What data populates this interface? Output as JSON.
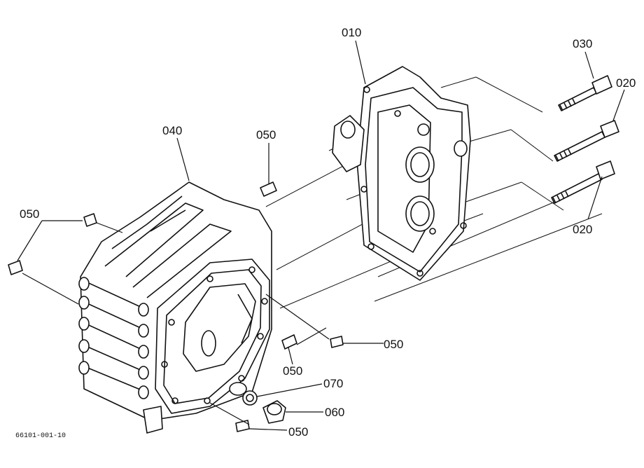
{
  "diagram": {
    "reference_code": "66101-001-10",
    "labels": {
      "p010": "010",
      "p020a": "020",
      "p020b": "020",
      "p030": "030",
      "p040": "040",
      "p050a": "050",
      "p050b": "050",
      "p050c": "050",
      "p050d": "050",
      "p050e": "050",
      "p060": "060",
      "p070": "070"
    }
  }
}
